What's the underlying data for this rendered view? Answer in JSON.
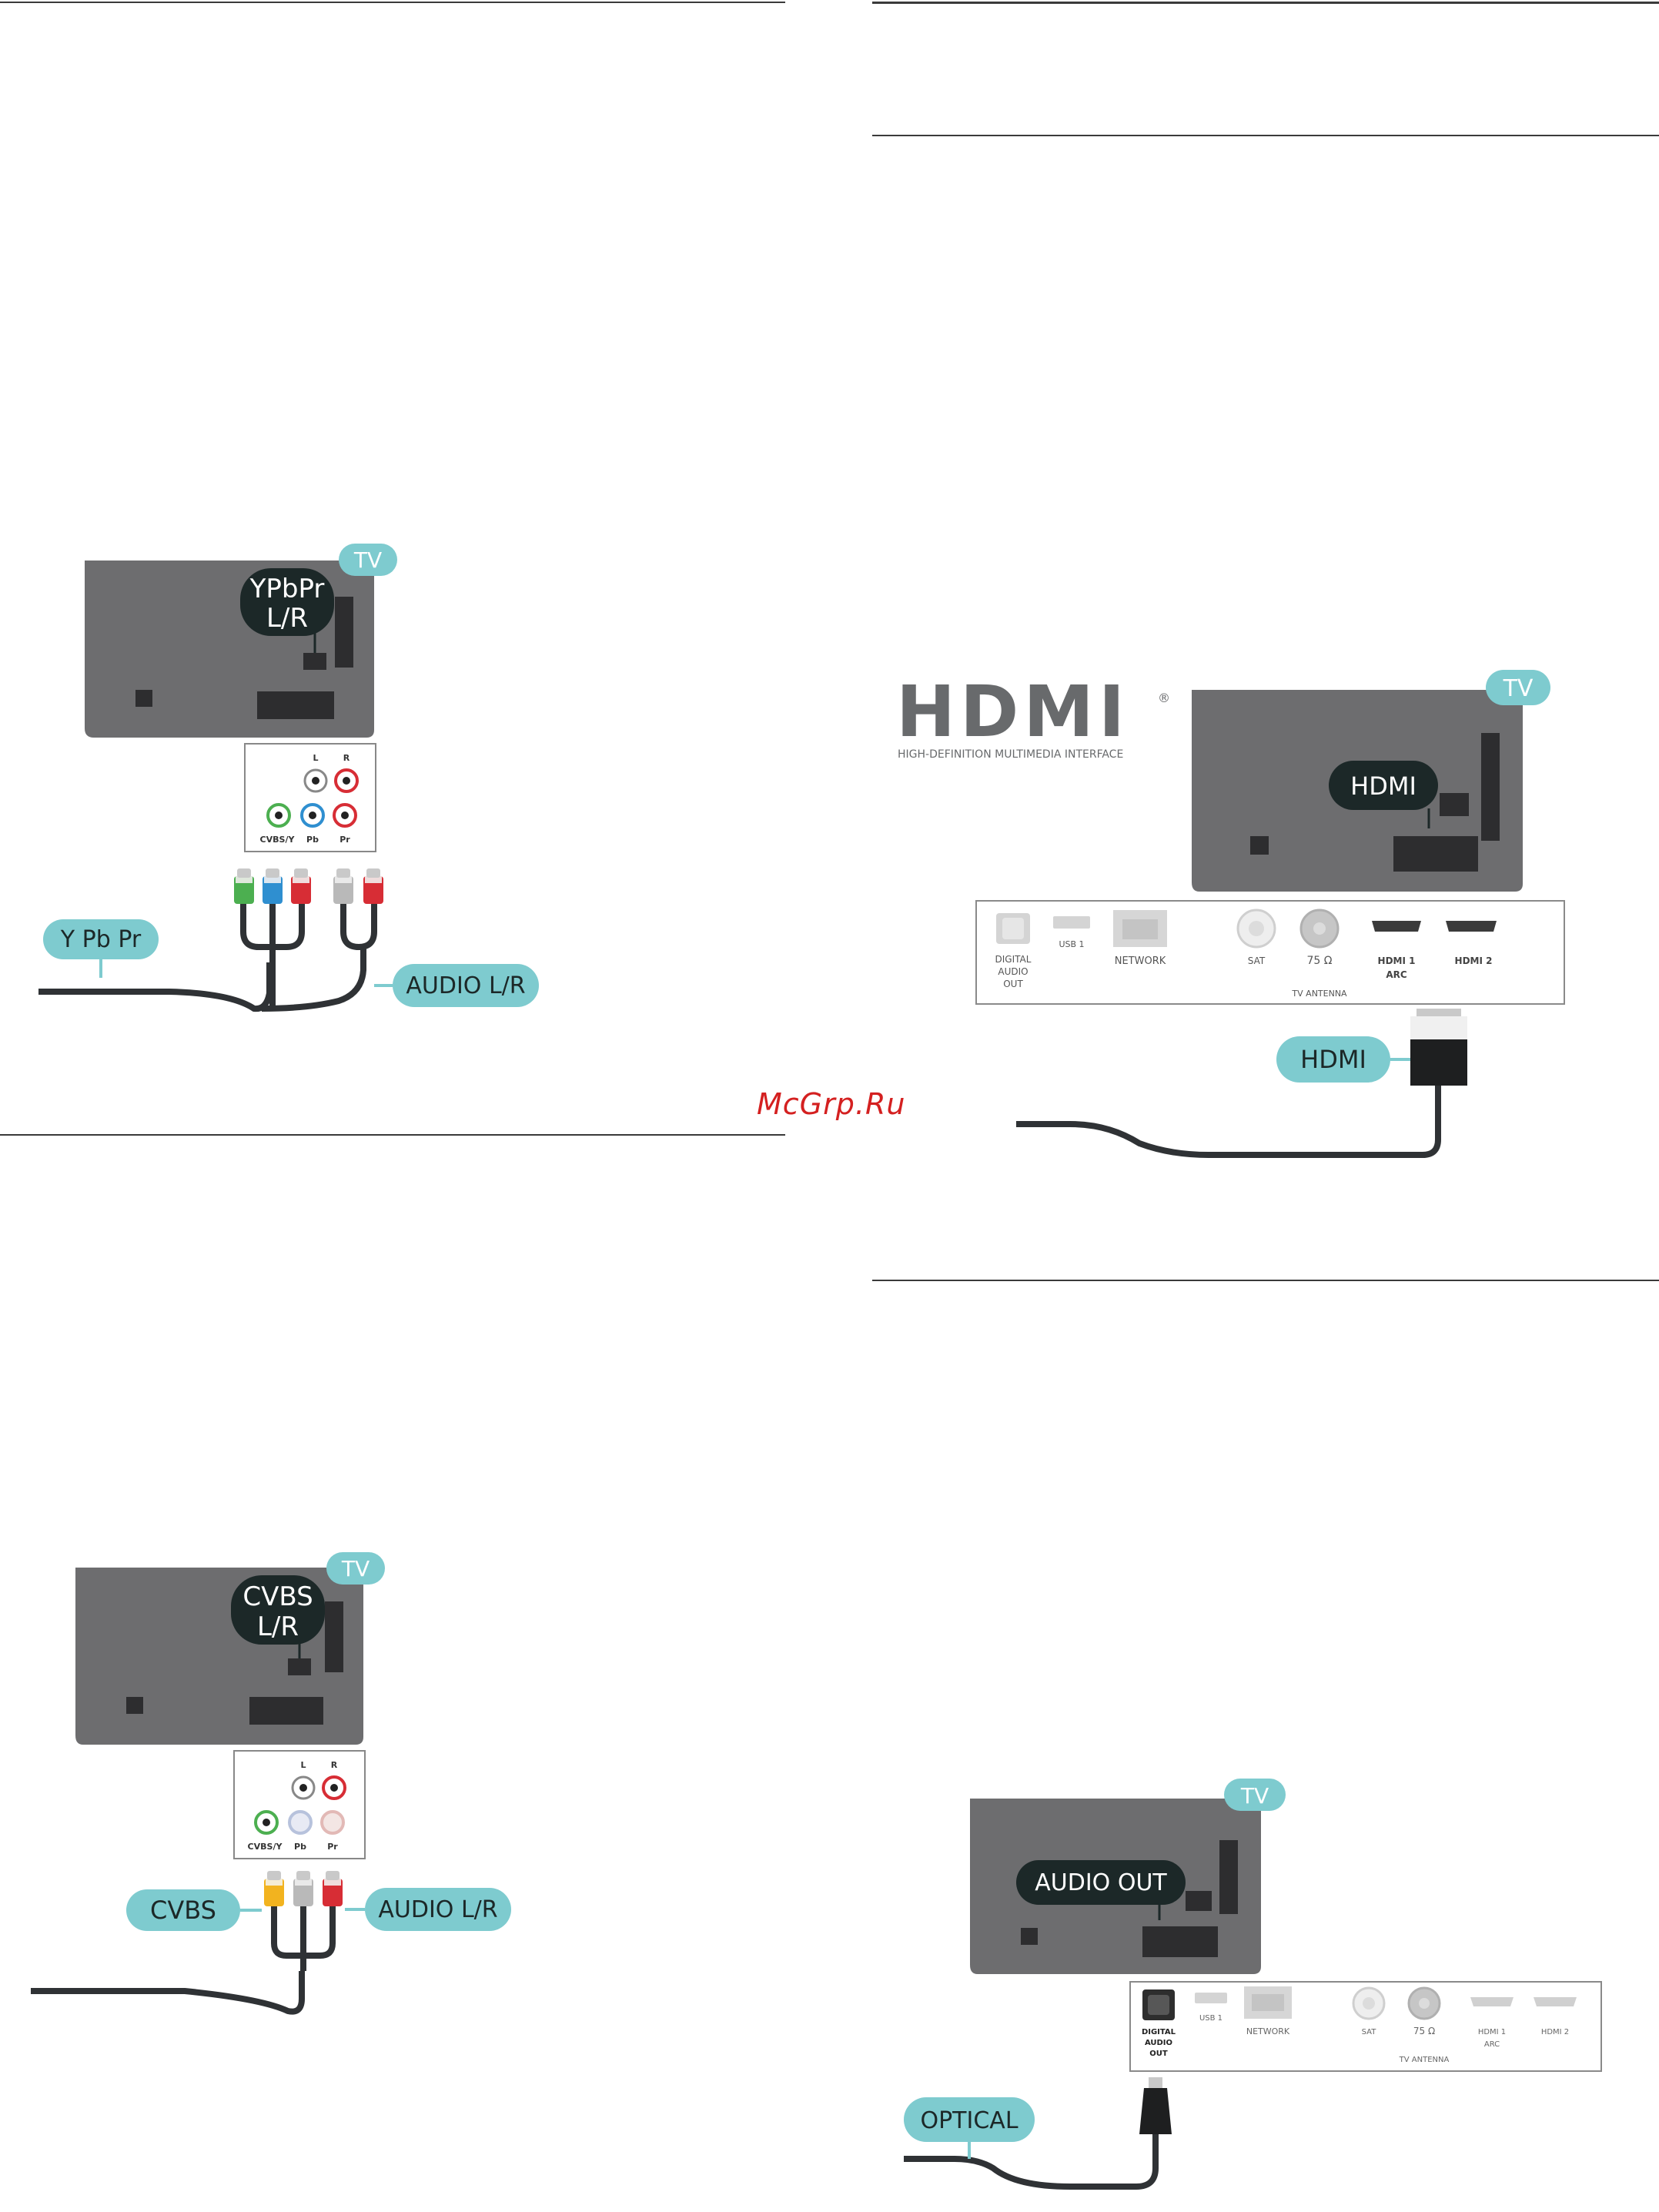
{
  "watermark": "McGrp.Ru",
  "ypbpr": {
    "tv_badge": "TV",
    "port_label_line1": "YPbPr",
    "port_label_line2": "L/R",
    "jack_l": "L",
    "jack_r": "R",
    "jack_cvbs": "CVBS/Y",
    "jack_pb": "Pb",
    "jack_pr": "Pr",
    "cable_label": "Y Pb Pr",
    "audio_label": "AUDIO L/R"
  },
  "cvbs": {
    "tv_badge": "TV",
    "port_label_line1": "CVBS",
    "port_label_line2": "L/R",
    "jack_l": "L",
    "jack_r": "R",
    "jack_cvbs": "CVBS/Y",
    "jack_pb": "Pb",
    "jack_pr": "Pr",
    "cable_label": "CVBS",
    "audio_label": "AUDIO L/R"
  },
  "hdmi": {
    "logo": "HDMI",
    "logo_reg": "®",
    "logo_sub": "HIGH-DEFINITION MULTIMEDIA INTERFACE",
    "tv_badge": "TV",
    "port_label": "HDMI",
    "panel": {
      "digital_audio_1": "DIGITAL",
      "digital_audio_2": "AUDIO",
      "digital_audio_3": "OUT",
      "usb": "USB 1",
      "network": "NETWORK",
      "sat": "SAT",
      "ant_ohm": "75 Ω",
      "tv_antenna": "TV ANTENNA",
      "hdmi1": "HDMI 1",
      "hdmi1_arc": "ARC",
      "hdmi2": "HDMI 2"
    },
    "cable_label": "HDMI"
  },
  "optical": {
    "tv_badge": "TV",
    "port_label": "AUDIO OUT",
    "panel": {
      "digital_audio_1": "DIGITAL",
      "digital_audio_2": "AUDIO",
      "digital_audio_3": "OUT",
      "usb": "USB 1",
      "network": "NETWORK",
      "sat": "SAT",
      "ant_ohm": "75 Ω",
      "tv_antenna": "TV ANTENNA",
      "hdmi1": "HDMI 1",
      "hdmi1_arc": "ARC",
      "hdmi2": "HDMI 2"
    },
    "cable_label": "OPTICAL"
  },
  "colors": {
    "tv_body": "#6d6d6f",
    "badge": "#7ecbcf",
    "label_dark": "#1c2828",
    "cable": "#2f3235",
    "green": "#4caf50",
    "blue": "#2f8fd0",
    "red": "#d72d35",
    "grey": "#b9b9b9",
    "yellow": "#f2b31f"
  }
}
